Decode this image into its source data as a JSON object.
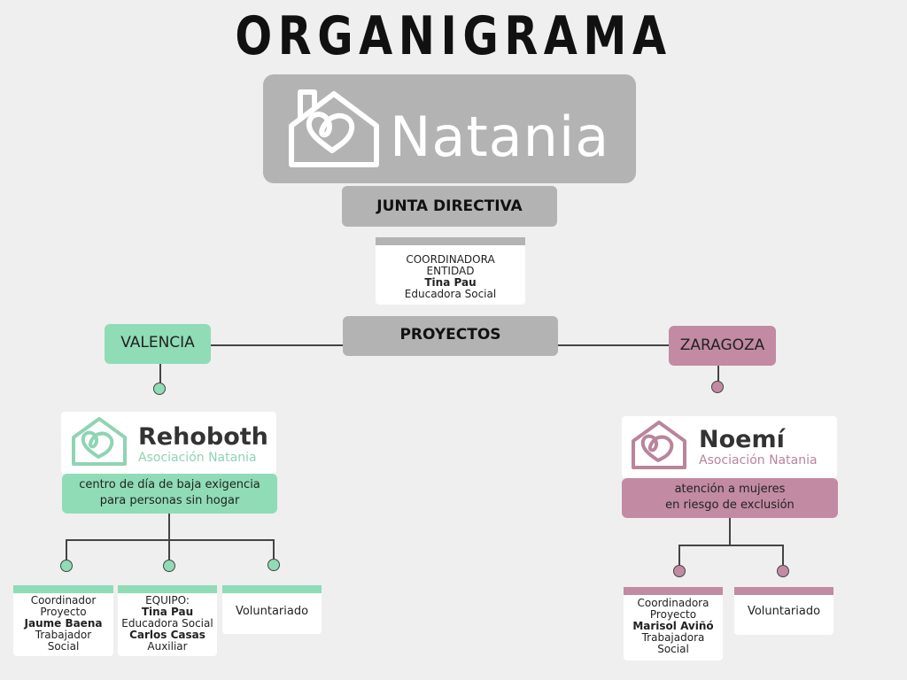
{
  "title": "ORGANIGRAMA",
  "logo": {
    "name": "Natania"
  },
  "board": "JUNTA DIRECTIVA",
  "coordinator": {
    "line1": "COORDINADORA",
    "line2": "ENTIDAD",
    "name": "Tina Pau",
    "role": "Educadora Social"
  },
  "projects": "PROYECTOS",
  "valencia": {
    "region": "VALENCIA",
    "brand": "Rehoboth",
    "brand_sub": "Asociación Natania",
    "desc_line1": "centro de día de baja exigencia",
    "desc_line2": "para personas sin hogar",
    "coord": {
      "l1": "Coordinador",
      "l2": "Proyecto",
      "name": "Jaume Baena",
      "r1": "Trabajador",
      "r2": "Social"
    },
    "team": {
      "l1": "EQUIPO:",
      "name1": "Tina Pau",
      "role1": "Educadora Social",
      "name2": "Carlos Casas",
      "role2": "Auxiliar"
    },
    "volunteers": "Voluntariado"
  },
  "zaragoza": {
    "region": "ZARAGOZA",
    "brand": "Noemí",
    "brand_sub": "Asociación Natania",
    "desc_line1": "atención a mujeres",
    "desc_line2": "en riesgo de exclusión",
    "coord": {
      "l1": "Coordinadora",
      "l2": "Proyecto",
      "name": "Marisol Aviñó",
      "r1": "Trabajadora",
      "r2": "Social"
    },
    "volunteers": "Voluntariado"
  },
  "colors": {
    "green": "#8fdcb6",
    "pink": "#c28aa3",
    "gray": "#b3b3b3",
    "green_text": "#8fd4b3",
    "pink_text": "#b9849c"
  }
}
